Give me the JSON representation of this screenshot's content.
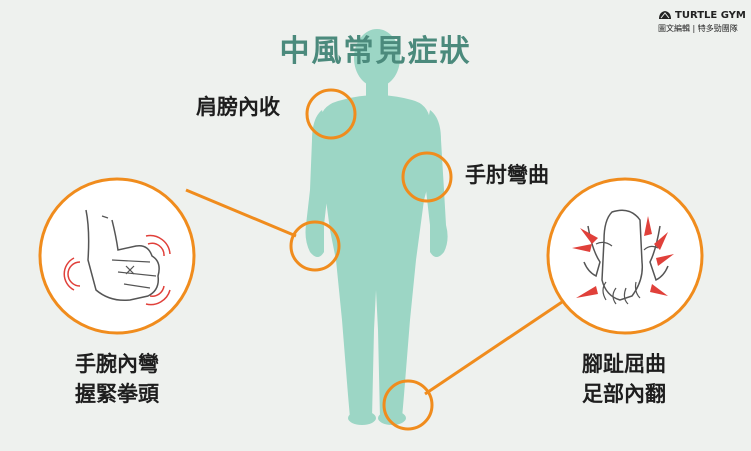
{
  "title": "中風常見症狀",
  "logo": {
    "brand": "TURTLE GYM",
    "subtitle": "圖文編輯 | 特多勁團隊",
    "icon": "turtle-shell-icon"
  },
  "labels": {
    "shoulder": "肩膀內收",
    "elbow": "手肘彎曲",
    "wrist_line1": "手腕內彎",
    "wrist_line2": "握緊拳頭",
    "foot_line1": "腳趾屈曲",
    "foot_line2": "足部內翻"
  },
  "colors": {
    "background": "#eef1ee",
    "body": "#9cd6c5",
    "accent": "#f08c1d",
    "title": "#4b8a7c",
    "alert": "#e0403a"
  }
}
